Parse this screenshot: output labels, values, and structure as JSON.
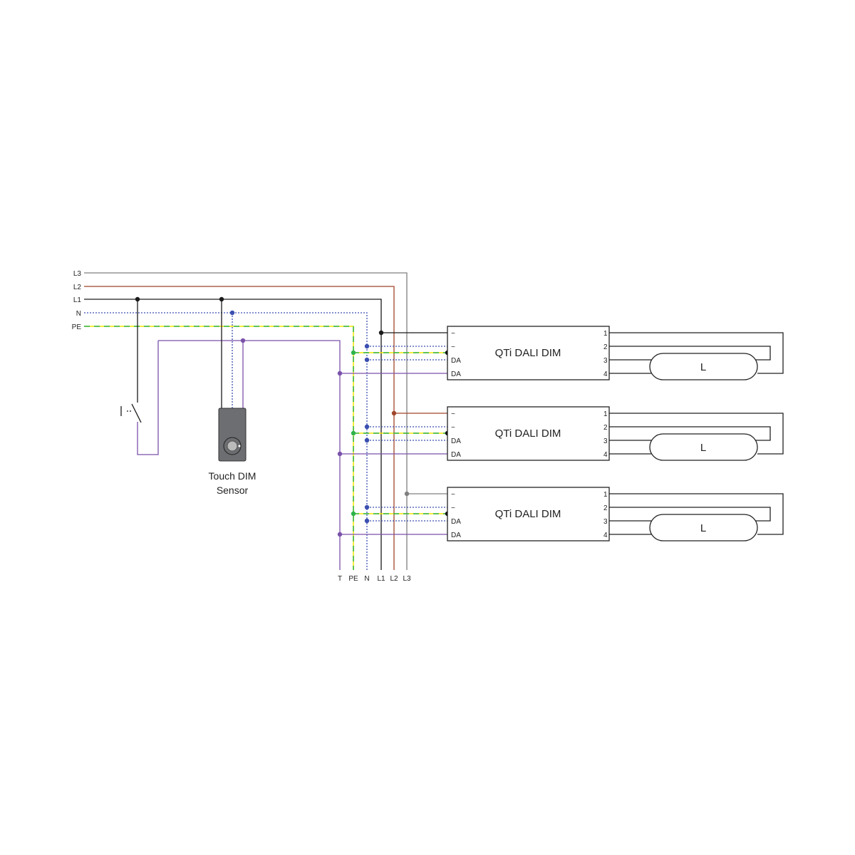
{
  "buses": [
    {
      "label": "L3",
      "color": "#808080"
    },
    {
      "label": "L2",
      "color": "#a0452a"
    },
    {
      "label": "L1",
      "color": "#1a1a1a"
    },
    {
      "label": "N",
      "color": "#3a4fb0"
    },
    {
      "label": "PE",
      "color": "#2db34a"
    }
  ],
  "bottom_labels": [
    "T",
    "PE",
    "N",
    "L1",
    "L2",
    "L3"
  ],
  "sensor": {
    "line1": "Touch DIM",
    "line2": "Sensor",
    "color": "#6d6e71"
  },
  "ballast": {
    "title": "QTi DALI DIM",
    "left_pins": [
      "~",
      "~",
      "DA",
      "DA"
    ],
    "right_pins": [
      "1",
      "2",
      "3",
      "4"
    ]
  },
  "ballasts": [
    {
      "title": "QTi DALI DIM",
      "feed": "L1"
    },
    {
      "title": "QTi DALI DIM",
      "feed": "L2"
    },
    {
      "title": "QTi DALI DIM",
      "feed": "L3"
    }
  ],
  "lamp_label": "L",
  "colors": {
    "purple": "#7b52ab",
    "yellow": "#f2e600"
  }
}
